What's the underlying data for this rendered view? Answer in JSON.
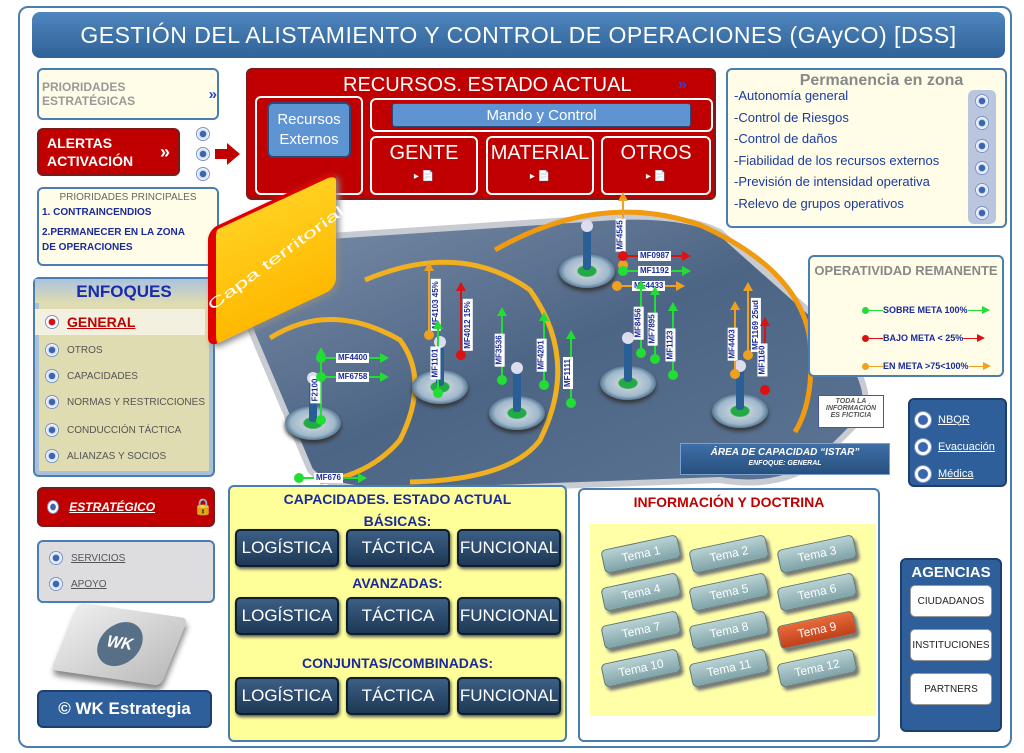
{
  "title": "GESTIÓN DEL ALISTAMIENTO Y CONTROL DE OPERACIONES (GAyCO)  [DSS]",
  "left": {
    "prioridades_estrategicas": "PRIORIDADES ESTRATÉGICAS",
    "prioridades_chevron": "»",
    "alertas": "ALERTAS ACTIVACIÓN",
    "alertas_chevron": "»",
    "prioridades_principales": {
      "title": "PRIORIDADES PRINCIPALES",
      "items": [
        "1. CONTRAINCENDIOS",
        "2.PERMANECER EN LA ZONA DE OPERACIONES"
      ]
    },
    "enfoques": {
      "title": "ENFOQUES",
      "items": [
        "GENERAL",
        "OTROS",
        "CAPACIDADES",
        "NORMAS Y RESTRICCIONES",
        "CONDUCCIÓN TÁCTICA",
        "ALIANZAS Y SOCIOS"
      ]
    },
    "estrategico": "ESTRATÉGICO",
    "servicios": "SERVICIOS",
    "apoyo": "APOYO",
    "logo_text": "WK",
    "footer": "© WK Estrategia"
  },
  "recursos": {
    "title": "RECURSOS. ESTADO ACTUAL",
    "chevron": "»",
    "externos": "Recursos Externos",
    "mando": "Mando y Control",
    "gente": "GENTE",
    "material": "MATERIAL",
    "otros": "OTROS"
  },
  "permanencia": {
    "title": "Permanencia en zona",
    "items": [
      "-Autonomía general",
      "-Control de Riesgos",
      "-Control de daños",
      "-Fiabilidad de los recursos externos",
      "-Previsión de intensidad operativa",
      "-Relevo de grupos operativos"
    ]
  },
  "map": {
    "capa": "Capa territorial",
    "markers": [
      {
        "label": "F2100",
        "status": "green"
      },
      {
        "label": "MF4400",
        "status": "green"
      },
      {
        "label": "MF6758",
        "status": "green"
      },
      {
        "label": "MF4103 45%",
        "status": "orange"
      },
      {
        "label": "MF1101",
        "status": "green"
      },
      {
        "label": "MF4012 15%",
        "status": "red"
      },
      {
        "label": "MF3536",
        "status": "green"
      },
      {
        "label": "MF4201",
        "status": "green"
      },
      {
        "label": "MF1111",
        "status": "green"
      },
      {
        "label": "MF4545",
        "status": "orange"
      },
      {
        "label": "MF0987",
        "status": "red"
      },
      {
        "label": "MF1192",
        "status": "green"
      },
      {
        "label": "MF4433",
        "status": "orange"
      },
      {
        "label": "MF8456",
        "status": "green"
      },
      {
        "label": "MF7895",
        "status": "green"
      },
      {
        "label": "MF1123",
        "status": "green"
      },
      {
        "label": "MF4403",
        "status": "orange"
      },
      {
        "label": "MF1169 25ud",
        "status": "orange"
      },
      {
        "label": "MF1160",
        "status": "red"
      },
      {
        "label": "MF676",
        "status": "green"
      }
    ],
    "disclaimer": "TODA LA INFORMACIÓN ES FICTICIA",
    "area_title": "ÁREA DE CAPACIDAD “ISTAR”",
    "area_sub": "ENFOQUE: GENERAL"
  },
  "operatividad": {
    "title": "OPERATIVIDAD REMANENTE",
    "legend": [
      {
        "label": "SOBRE META 100%",
        "color": "#22dd33"
      },
      {
        "label": "BAJO META < 25%",
        "color": "#dd1111"
      },
      {
        "label": "EN META >75<100%",
        "color": "#f0a020"
      }
    ]
  },
  "links": [
    "NBQR",
    "Evacuación",
    "Médica"
  ],
  "capacidades": {
    "title": "CAPACIDADES. ESTADO ACTUAL",
    "groups": [
      {
        "title": "BÁSICAS:",
        "buttons": [
          "LOGÍSTICA",
          "TÁCTICA",
          "FUNCIONAL"
        ]
      },
      {
        "title": "AVANZADAS:",
        "buttons": [
          "LOGÍSTICA",
          "TÁCTICA",
          "FUNCIONAL"
        ]
      },
      {
        "title": "CONJUNTAS/COMBINADAS:",
        "buttons": [
          "LOGÍSTICA",
          "TÁCTICA",
          "FUNCIONAL"
        ]
      }
    ]
  },
  "info": {
    "title": "INFORMACIÓN Y DOCTRINA",
    "temas": [
      "Tema 1",
      "Tema 2",
      "Tema 3",
      "Tema 4",
      "Tema 5",
      "Tema 6",
      "Tema 7",
      "Tema 8",
      "Tema 9",
      "Tema 10",
      "Tema 11",
      "Tema 12"
    ],
    "active": "Tema 9"
  },
  "agencias": {
    "title": "AGENCIAS",
    "items": [
      "CIUDADANOS",
      "INSTITUCIONES",
      "PARTNERS"
    ]
  }
}
